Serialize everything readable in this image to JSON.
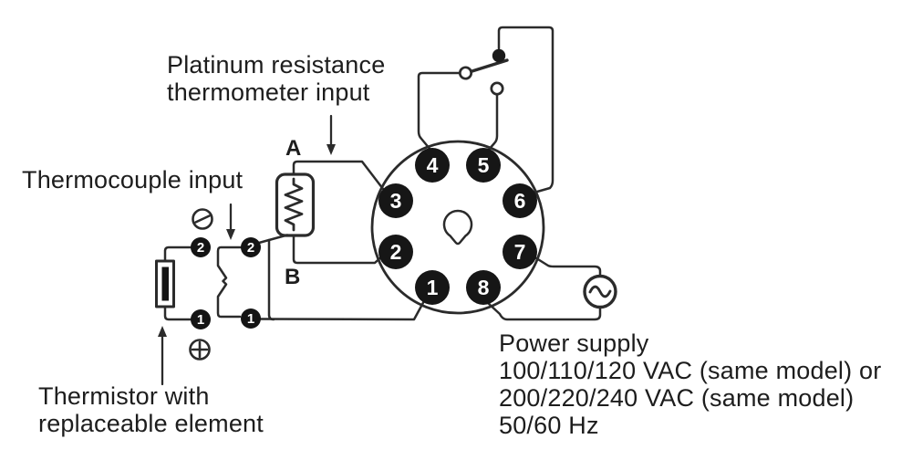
{
  "labels": {
    "platinum_rtd_input": "Platinum resistance\nthermometer input",
    "thermocouple_input": "Thermocouple input",
    "thermistor": "Thermistor with\nreplaceable element",
    "power_supply": "Power supply\n100/110/120 VAC (same model) or\n200/220/240 VAC (same model)\n50/60 Hz",
    "rtd_lead_a": "A",
    "rtd_lead_b": "B"
  },
  "socket": {
    "pins": [
      {
        "number": "1"
      },
      {
        "number": "2"
      },
      {
        "number": "3"
      },
      {
        "number": "4"
      },
      {
        "number": "5"
      },
      {
        "number": "6"
      },
      {
        "number": "7"
      },
      {
        "number": "8"
      }
    ]
  },
  "terminals": {
    "thermistor_pair": [
      {
        "number": "2"
      },
      {
        "number": "1"
      }
    ],
    "thermocouple_pair": [
      {
        "number": "2"
      },
      {
        "number": "1"
      }
    ]
  },
  "icons": {
    "minus_polarity": "circled minus",
    "plus_polarity": "circled plus",
    "ac_source": "circled sine wave",
    "relay_contact": "SPDT switch contact"
  },
  "colors": {
    "line": "#2b2b2b",
    "text": "#1d1d1d",
    "pin_fill": "#161616",
    "background": "#ffffff"
  }
}
